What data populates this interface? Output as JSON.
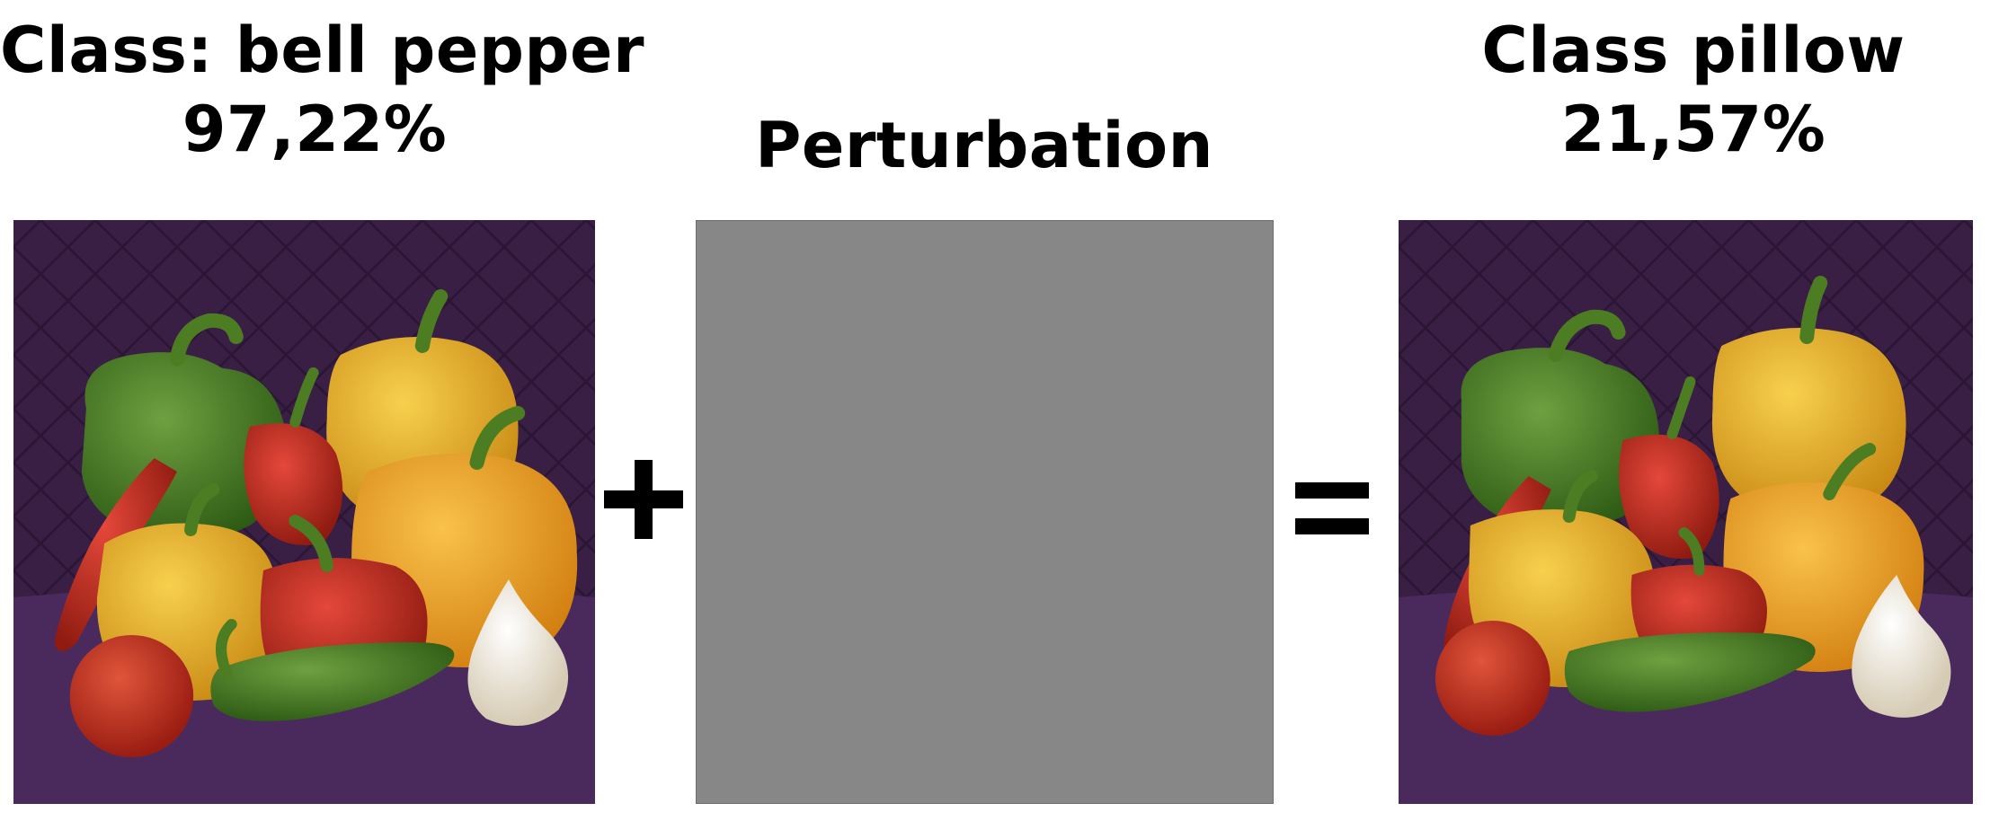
{
  "left": {
    "title": "Class: bell pepper",
    "confidence": "97,22%"
  },
  "middle": {
    "title": "Perturbation",
    "fill_color": "#878787"
  },
  "right": {
    "title": "Class pillow",
    "confidence": "21,57%"
  },
  "operators": {
    "plus": "+",
    "equals": "="
  },
  "colors": {
    "background_purple": "#3a1f45",
    "tablecloth_purple": "#4a2a5c",
    "green_pepper": "#3f7a22",
    "red_pepper": "#c42a1a",
    "yellow_pepper": "#e7ae2a",
    "orange_pepper": "#f0a52a",
    "tomato": "#c6321f",
    "garlic": "#f2ede2"
  }
}
